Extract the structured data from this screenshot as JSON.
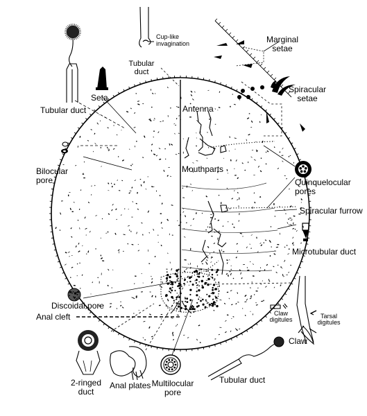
{
  "labels": {
    "cup_like": "Cup-like invagination",
    "tubular_duct_top": "Tubular duct",
    "seta": "Seta",
    "tubular_duct_left": "Tubular duct",
    "marginal_setae": "Marginal setae",
    "spiracular_setae": "Spiracular setae",
    "antenna": "Antenna",
    "bilocular_pore": "Bilocular pore",
    "mouthparts": "Mouthparts",
    "quinquelocular_pores": "Quinquelocular pores",
    "spiracular_furrow": "Spiracular furrow",
    "microtubular_duct": "Microtubular duct",
    "discoidal_pore": "Discoidal pore",
    "anal_cleft": "Anal cleft",
    "claw_digitules": "Claw digitules",
    "tarsal_digitules": "Tarsal digitules",
    "claw": "Claw",
    "two_ringed_duct": "2-ringed duct",
    "anal_plates": "Anal plates",
    "multilocular_pore": "Multilocular pore",
    "tubular_duct_bottom": "Tubular duct"
  },
  "icons": {
    "body_outline": "oval-scale-insect-body-icon",
    "seta": "seta-spine-icon",
    "tubular_duct": "tubular-duct-icon",
    "bilocular_pore": "bilocular-pore-icon",
    "quinquelocular_pore": "quinquelocular-pore-icon",
    "microtubular_duct": "microtubular-duct-icon",
    "discoidal_pore": "discoidal-pore-icon",
    "two_ringed_duct": "two-ringed-duct-icon",
    "anal_plates": "anal-plates-icon",
    "multilocular_pore": "multilocular-pore-icon",
    "claw": "claw-icon",
    "spiracular_setae": "spiracular-setae-icon",
    "marginal_setae": "marginal-setae-icon"
  },
  "colors": {
    "ink": "#000000",
    "paper": "#ffffff"
  }
}
